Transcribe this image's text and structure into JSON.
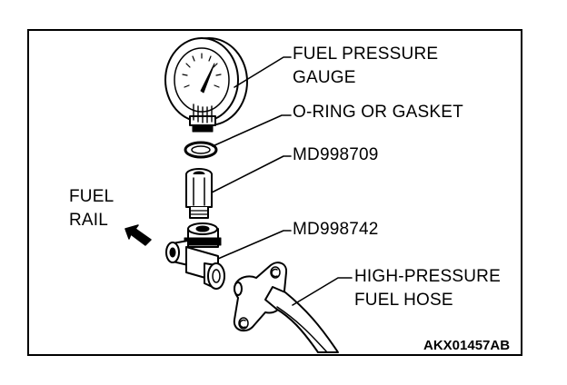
{
  "labels": {
    "gauge": [
      "FUEL PRESSURE",
      "GAUGE"
    ],
    "oring": "O-RING OR GASKET",
    "adapter1": "MD998709",
    "fuel_rail": [
      "FUEL",
      "RAIL"
    ],
    "adapter2": "MD998742",
    "hose": [
      "HIGH-PRESSURE",
      "FUEL HOSE"
    ]
  },
  "figure_code": "AKX01457AB",
  "icons": {
    "flow_arrow": "arrow-left-up-icon"
  }
}
